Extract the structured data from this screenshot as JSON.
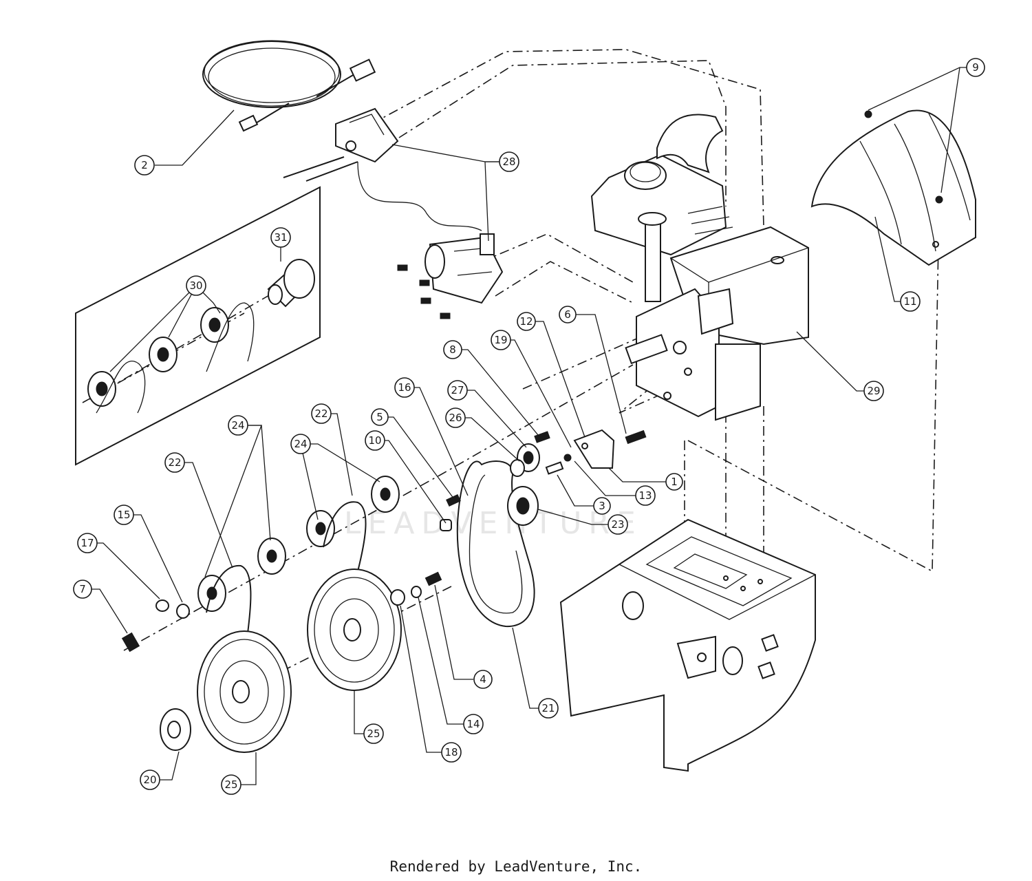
{
  "diagram": {
    "watermark": "LEADVENTURE",
    "credit": "Rendered by LeadVenture, Inc.",
    "callouts": [
      {
        "id": "c1",
        "label": "1"
      },
      {
        "id": "c2",
        "label": "2"
      },
      {
        "id": "c3",
        "label": "3"
      },
      {
        "id": "c4",
        "label": "4"
      },
      {
        "id": "c5",
        "label": "5"
      },
      {
        "id": "c6",
        "label": "6"
      },
      {
        "id": "c7",
        "label": "7"
      },
      {
        "id": "c8",
        "label": "8"
      },
      {
        "id": "c9",
        "label": "9"
      },
      {
        "id": "c10",
        "label": "10"
      },
      {
        "id": "c11",
        "label": "11"
      },
      {
        "id": "c12",
        "label": "12"
      },
      {
        "id": "c13",
        "label": "13"
      },
      {
        "id": "c14",
        "label": "14"
      },
      {
        "id": "c15",
        "label": "15"
      },
      {
        "id": "c16",
        "label": "16"
      },
      {
        "id": "c17",
        "label": "17"
      },
      {
        "id": "c18",
        "label": "18"
      },
      {
        "id": "c19",
        "label": "19"
      },
      {
        "id": "c20",
        "label": "20"
      },
      {
        "id": "c21",
        "label": "21"
      },
      {
        "id": "c22a",
        "label": "22"
      },
      {
        "id": "c22b",
        "label": "22"
      },
      {
        "id": "c23",
        "label": "23"
      },
      {
        "id": "c24a",
        "label": "24"
      },
      {
        "id": "c24b",
        "label": "24"
      },
      {
        "id": "c25a",
        "label": "25"
      },
      {
        "id": "c25b",
        "label": "25"
      },
      {
        "id": "c26",
        "label": "26"
      },
      {
        "id": "c27",
        "label": "27"
      },
      {
        "id": "c28",
        "label": "28"
      },
      {
        "id": "c29",
        "label": "29"
      },
      {
        "id": "c30",
        "label": "30"
      },
      {
        "id": "c31",
        "label": "31"
      }
    ]
  }
}
